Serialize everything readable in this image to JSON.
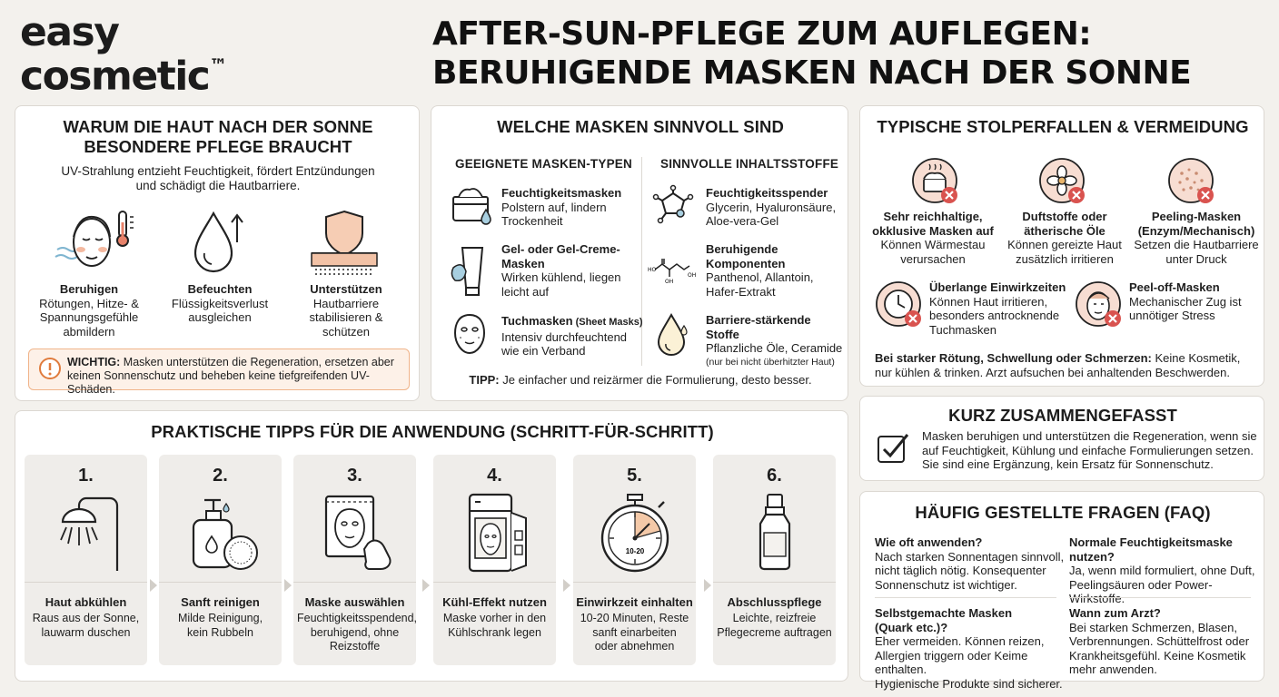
{
  "logo": {
    "text": "easy\ncosmetic",
    "tm": "™"
  },
  "title": {
    "line1": "AFTER-SUN-PFLEGE ZUM AUFLEGEN:",
    "line2": "BERUHIGENDE MASKEN NACH DER SONNE"
  },
  "why": {
    "title": "WARUM DIE HAUT NACH DER SONNE\nBESONDERE PFLEGE BRAUCHT",
    "intro": "UV-Strahlung entzieht Feuchtigkeit, fördert Entzündungen\nund schädigt die Hautbarriere.",
    "items": [
      {
        "title": "Beruhigen",
        "text": "Rötungen, Hitze- &\nSpannungsgefühle\nabmildern",
        "icon": "face-heat-icon"
      },
      {
        "title": "Befeuchten",
        "text": "Flüssigkeitsverlust\nausgleichen",
        "icon": "droplet-icon"
      },
      {
        "title": "Unterstützen",
        "text": "Hautbarriere\nstabilisieren &\nschützen",
        "icon": "skin-shield-icon"
      }
    ],
    "warning_label": "WICHTIG:",
    "warning_text": " Masken unterstützen die Regeneration, ersetzen aber\nkeinen Sonnenschutz und beheben keine tiefgreifenden UV-Schäden."
  },
  "masks": {
    "title": "WELCHE MASKEN SINNVOLL SIND",
    "types_head": "GEEIGNETE MASKEN-TYPEN",
    "ingr_head": "SINNVOLLE INHALTSSTOFFE",
    "types": [
      {
        "title": "Feuchtigkeitsmasken",
        "text": "Polstern auf, lindern\nTrockenheit"
      },
      {
        "title": "Gel- oder Gel-Creme-\nMasken",
        "text": "Wirken kühlend, liegen\nleicht auf"
      },
      {
        "title": "Tuchmasken",
        "title_small": " (Sheet Masks)",
        "text": "Intensiv durchfeuchtend\nwie ein Verband"
      }
    ],
    "ingredients": [
      {
        "title": "Feuchtigkeitsspender",
        "text": "Glycerin, Hyaluronsäure,\nAloe-vera-Gel"
      },
      {
        "title": "Beruhigende\nKomponenten",
        "text": "Panthenol, Allantoin,\nHafer-Extrakt"
      },
      {
        "title": "Barriere-stärkende Stoffe",
        "text": "Pflanzliche Öle, Ceramide",
        "note": "(nur bei nicht überhitzter Haut)"
      }
    ],
    "tip_label": "TIPP:",
    "tip_text": " Je einfacher und reizärmer die Formulierung, desto besser."
  },
  "pitfalls": {
    "title": "TYPISCHE STOLPERFALLEN & VERMEIDUNG",
    "items": [
      {
        "title": "Sehr reichhaltige,\nokklusive Masken auf",
        "text": "Können Wärmestau\nverursachen"
      },
      {
        "title": "Duftstoffe oder\nätherische Öle",
        "text": "Können gereizte Haut\nzusätzlich irritieren"
      },
      {
        "title": "Peeling-Masken\n(Enzym/Mechanisch)",
        "text": "Setzen die Hautbarriere\nunter Druck"
      },
      {
        "title": "Überlange Einwirkzeiten",
        "text": "Können Haut irritieren,\nbesonders antrocknende\nTuchmasken"
      },
      {
        "title": "Peel-off-Masken",
        "text": "Mechanischer Zug ist\nunnötiger Stress"
      }
    ],
    "note_label": "Bei starker Rötung, Schwellung oder Schmerzen:",
    "note_text": " Keine Kosmetik,\nnur kühlen & trinken. Arzt aufsuchen bei anhaltenden Beschwerden."
  },
  "summary": {
    "title": "KURZ ZUSAMMENGEFASST",
    "text": "Masken beruhigen und unterstützen die Regeneration, wenn sie\nauf Feuchtigkeit, Kühlung und einfache Formulierungen setzen.\nSie sind eine Ergänzung, kein Ersatz für Sonnenschutz."
  },
  "faq": {
    "title": "HÄUFIG GESTELLTE FRAGEN (FAQ)",
    "items": [
      {
        "q": "Wie oft anwenden?",
        "a": "Nach starken Sonnentagen sinnvoll,\nnicht täglich nötig. Konsequenter\nSonnenschutz ist wichtiger."
      },
      {
        "q": "Normale Feuchtigkeitsmaske\nnutzen?",
        "a": "Ja, wenn mild formuliert, ohne Duft,\nPeelingsäuren oder Power-Wirkstoffe."
      },
      {
        "q": "Selbstgemachte Masken\n(Quark etc.)?",
        "a": "Eher vermeiden. Können reizen,\nAllergien triggern oder Keime enthalten.\nHygienische Produkte sind sicherer."
      },
      {
        "q": "Wann zum Arzt?",
        "a": "Bei starken Schmerzen, Blasen,\nVerbrennungen. Schüttelfrost oder\nKrankheitsgefühl. Keine Kosmetik\nmehr anwenden."
      }
    ]
  },
  "steps": {
    "title": "PRAKTISCHE TIPPS FÜR DIE ANWENDUNG (SCHRITT-FÜR-SCHRITT)",
    "items": [
      {
        "num": "1.",
        "title": "Haut abkühlen",
        "text": "Raus aus der Sonne,\nlauwarm duschen"
      },
      {
        "num": "2.",
        "title": "Sanft reinigen",
        "text": "Milde Reinigung,\nkein Rubbeln"
      },
      {
        "num": "3.",
        "title": "Maske auswählen",
        "text": "Feuchtigkeitsspendend,\nberuhigend, ohne\nReizstoffe"
      },
      {
        "num": "4.",
        "title": "Kühl-Effekt nutzen",
        "text": "Maske vorher in den\nKühlschrank legen"
      },
      {
        "num": "5.",
        "title": "Einwirkzeit einhalten",
        "text": "10-20 Minuten, Reste\nsanft einarbeiten\noder abnehmen",
        "timer_label": "10-20"
      },
      {
        "num": "6.",
        "title": "Abschlusspflege",
        "text": "Leichte, reizfreie\nPflegecreme auftragen"
      }
    ]
  },
  "colors": {
    "accent": "#d9534f",
    "orange": "#f0b48a",
    "peach": "#f4c9a8",
    "blue": "#a8cfe0"
  }
}
